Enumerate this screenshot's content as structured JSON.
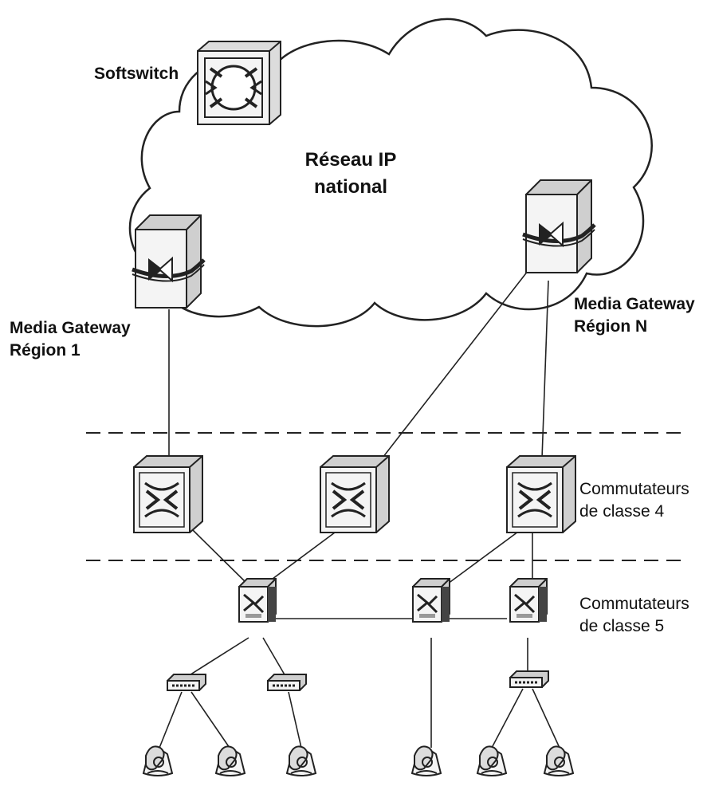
{
  "labels": {
    "softswitch": "Softswitch",
    "ip_network_line1": "Réseau IP",
    "ip_network_line2": "national",
    "mg1_line1": "Media Gateway",
    "mg1_line2": "Région 1",
    "mgn_line1": "Media Gateway",
    "mgn_line2": "Région N",
    "class4_line1": "Commutateurs",
    "class4_line2": "de classe 4",
    "class5_line1": "Commutateurs",
    "class5_line2": "de classe 5"
  },
  "colors": {
    "line": "#222222",
    "device_fill": "#f4f4f4",
    "device_shade": "#cfcfcf",
    "background": "#ffffff"
  },
  "icons": {
    "softswitch": "softswitch-icon",
    "media_gateway": "media-gateway-icon",
    "class4_switch": "class4-switch-icon",
    "class5_switch": "class5-switch-icon",
    "hub": "hub-icon",
    "telephone": "telephone-icon"
  }
}
